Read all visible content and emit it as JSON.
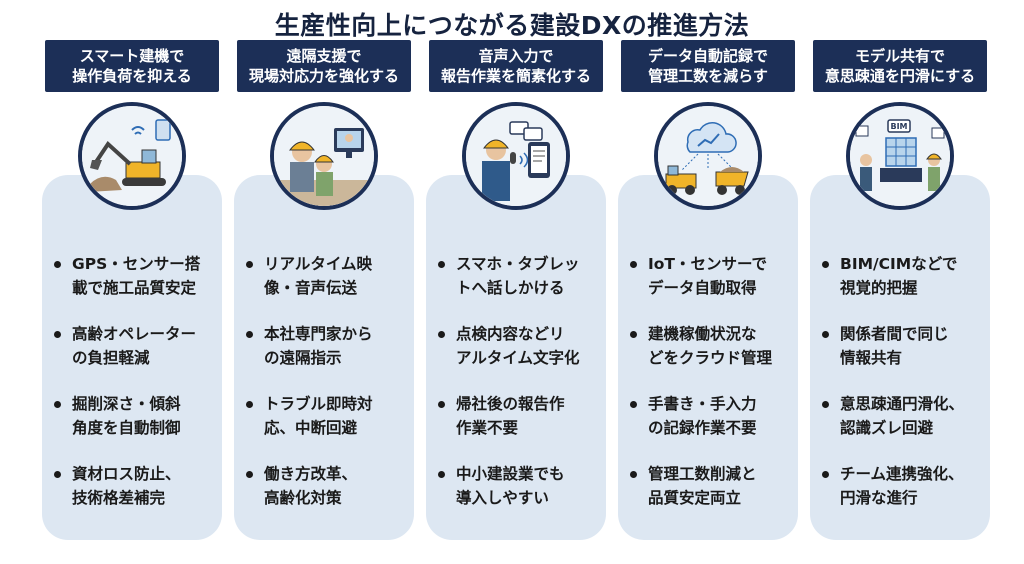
{
  "title": "生産性向上につながる建設DXの推進方法",
  "columns": [
    {
      "header": [
        "スマート建機で",
        "操作負荷を抑える"
      ],
      "icon": "excavator-icon",
      "bullets": [
        [
          "GPS・センサー搭",
          "載で施工品質安定"
        ],
        [
          "高齢オペレーター",
          "の負担軽減"
        ],
        [
          "掘削深さ・傾斜",
          "角度を自動制御"
        ],
        [
          "資材ロス防止、",
          "技術格差補完"
        ]
      ]
    },
    {
      "header": [
        "遠隔支援で",
        "現場対応力を強化する"
      ],
      "icon": "remote-support-icon",
      "bullets": [
        [
          "リアルタイム映",
          "像・音声伝送"
        ],
        [
          "本社専門家から",
          "の遠隔指示"
        ],
        [
          "トラブル即時対",
          "応、中断回避"
        ],
        [
          "働き方改革、",
          "高齢化対策"
        ]
      ]
    },
    {
      "header": [
        "音声入力で",
        "報告作業を簡素化する"
      ],
      "icon": "voice-input-icon",
      "bullets": [
        [
          "スマホ・タブレッ",
          "トへ話しかける"
        ],
        [
          "点検内容などリ",
          "アルタイム文字化"
        ],
        [
          "帰社後の報告作",
          "作業不要"
        ],
        [
          "中小建設業でも",
          "導入しやすい"
        ]
      ]
    },
    {
      "header": [
        "データ自動記録で",
        "管理工数を減らす"
      ],
      "icon": "cloud-data-icon",
      "bullets": [
        [
          "IoT・センサーで",
          "データ自動取得"
        ],
        [
          "建機稼働状況な",
          "どをクラウド管理"
        ],
        [
          "手書き・手入力",
          "の記録作業不要"
        ],
        [
          "管理工数削減と",
          "品質安定両立"
        ]
      ]
    },
    {
      "header": [
        "モデル共有で",
        "意思疎通を円滑にする"
      ],
      "icon": "bim-model-icon",
      "bullets": [
        [
          "BIM/CIMなどで",
          "視覚的把握"
        ],
        [
          "関係者間で同じ",
          "情報共有"
        ],
        [
          "意思疎通円滑化、",
          "認識ズレ回避"
        ],
        [
          "チーム連携強化、",
          "円滑な進行"
        ]
      ]
    }
  ],
  "icon_labels": {
    "bim_tag": "BIM"
  }
}
